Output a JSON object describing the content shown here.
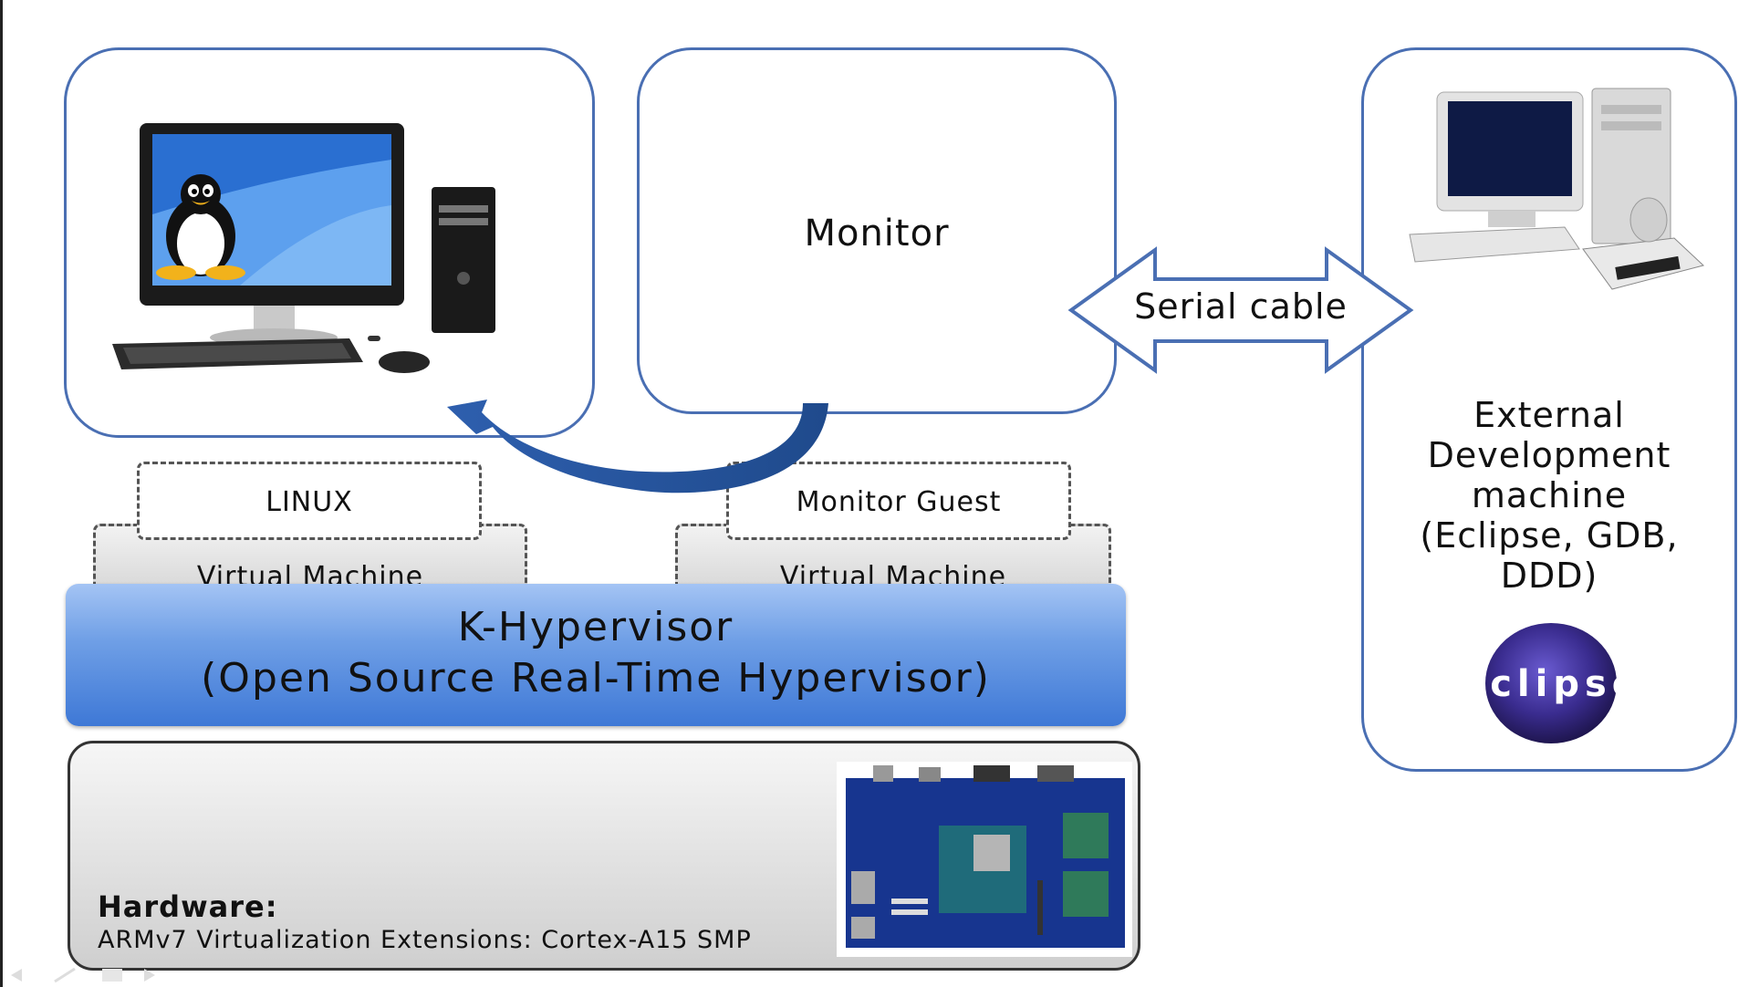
{
  "panels": {
    "monitor_label": "Monitor",
    "external_lines": [
      "External",
      "Development",
      "machine",
      "(Eclipse, GDB,",
      "DDD)"
    ]
  },
  "vms": {
    "left_guest": "LINUX",
    "left_vm": "Virtual Machine",
    "right_guest": "Monitor Guest",
    "right_vm": "Virtual Machine"
  },
  "hypervisor": {
    "line1": "K-Hypervisor",
    "line2": "(Open Source Real-Time Hypervisor)"
  },
  "hardware": {
    "title": "Hardware:",
    "subtitle": "ARMv7 Virtualization  Extensions: Cortex-A15 SMP"
  },
  "connection": {
    "label": "Serial cable"
  },
  "logo": {
    "text": "eclipse"
  },
  "icons": [
    "linux-desktop-computer-icon",
    "penguin-icon",
    "desktop-with-printer-icon",
    "dev-board-image",
    "eclipse-logo",
    "curved-arrow-icon",
    "double-arrow-icon"
  ]
}
